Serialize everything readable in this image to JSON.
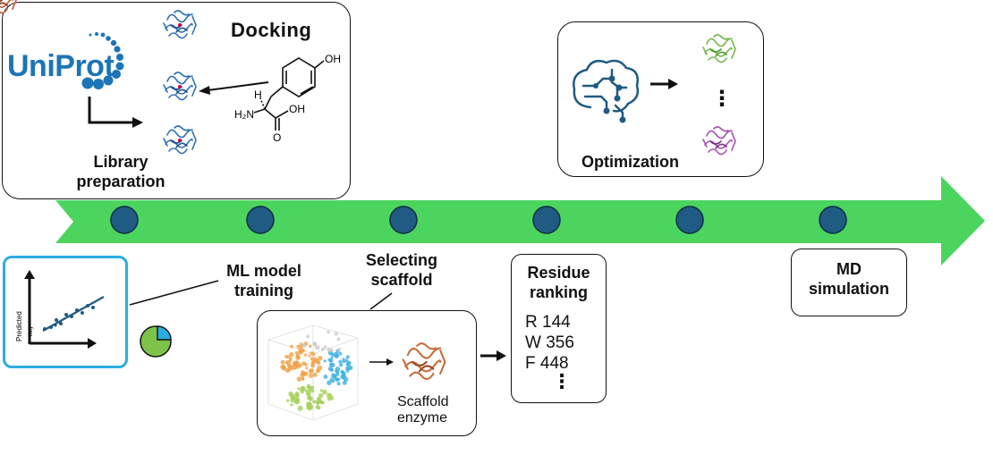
{
  "colors": {
    "arrow_green": "#4cd55e",
    "node_blue": "#1f5b82",
    "uniprot_blue": "#1b75b6",
    "protein_blue": "#2f6fb3",
    "protein_green": "#73b84a",
    "protein_purple": "#a54fb0",
    "protein_orange": "#c86d3a",
    "frame_cyan": "#2aaee3"
  },
  "library": {
    "logo_text": "UniProt",
    "docking_title": "Docking",
    "caption_line1": "Library",
    "caption_line2": "preparation",
    "molecule": {
      "oh": "OH",
      "nh2": "H₂N",
      "cooh": "OH",
      "h": "H",
      "o": "O"
    }
  },
  "optimization": {
    "caption": "Optimization",
    "dots": "⋮"
  },
  "ml_training": {
    "caption_line1": "ML model",
    "caption_line2": "training",
    "y_axis_label": "Predicted",
    "x_axis_label": "ntity"
  },
  "scaffold": {
    "caption_line1": "Selecting",
    "caption_line2": "scaffold",
    "enzyme_line1": "Scaffold",
    "enzyme_line2": "enzyme"
  },
  "residue_ranking": {
    "title_line1": "Residue",
    "title_line2": "ranking",
    "residues": [
      "R 144",
      "W 356",
      "F 448"
    ],
    "more": "⋮"
  },
  "md": {
    "caption_line1": "MD",
    "caption_line2": "simulation"
  },
  "timeline": {
    "node_count": 6
  }
}
